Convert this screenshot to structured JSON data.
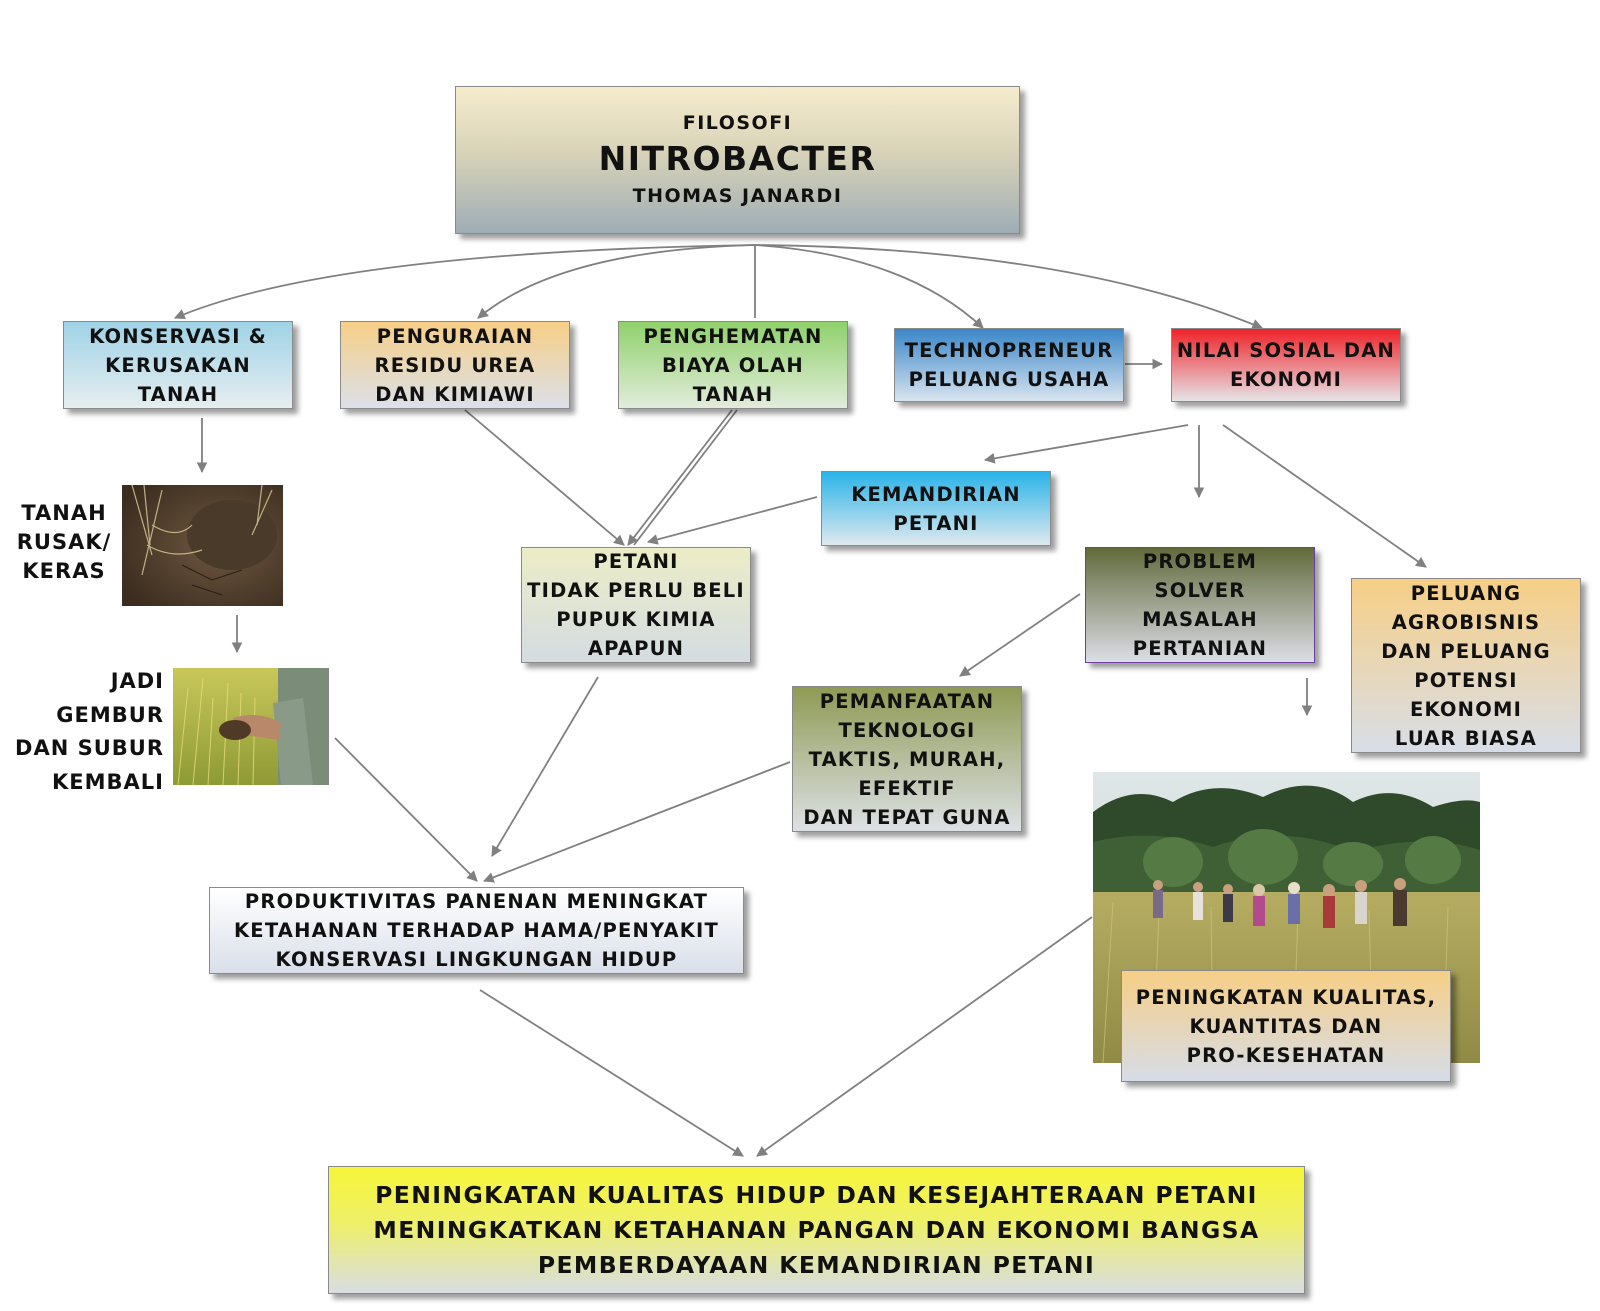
{
  "header": {
    "kicker": "FILOSOFI",
    "title": "NITROBACTER",
    "author": "THOMAS JANARDI"
  },
  "nodes": {
    "konservasi": [
      "KONSERVASI &",
      "KERUSAKAN",
      "TANAH"
    ],
    "penguraian": [
      "PENGURAIAN",
      "RESIDU UREA",
      "DAN KIMIAWI"
    ],
    "penghematan": [
      "PENGHEMATAN",
      "BIAYA OLAH",
      "TANAH"
    ],
    "technopreneur": [
      "TECHNOPRENEUR",
      "PELUANG USAHA"
    ],
    "nilai_sosial": [
      "NILAI SOSIAL DAN",
      "EKONOMI"
    ],
    "kemandirian": [
      "KEMANDIRIAN",
      "PETANI"
    ],
    "petani": [
      "PETANI",
      "TIDAK PERLU BELI",
      "PUPUK KIMIA",
      "APAPUN"
    ],
    "problem_solver": [
      "PROBLEM",
      "SOLVER",
      "MASALAH",
      "PERTANIAN"
    ],
    "peluang": [
      "PELUANG",
      "AGROBISNIS",
      "DAN PELUANG",
      "POTENSI",
      "EKONOMI",
      "LUAR BIASA"
    ],
    "pemanfaatan": [
      "PEMANFAATAN",
      "TEKNOLOGI",
      "TAKTIS, MURAH,",
      "EFEKTIF",
      "DAN TEPAT GUNA"
    ],
    "produktivitas": [
      "PRODUKTIVITAS PANENAN MENINGKAT",
      "KETAHANAN TERHADAP HAMA/PENYAKIT",
      "KONSERVASI LINGKUNGAN HIDUP"
    ],
    "peningkatan_kualitas": [
      "PENINGKATAN KUALITAS,",
      "KUANTITAS DAN",
      "PRO-KESEHATAN"
    ],
    "final": [
      "PENINGKATAN KUALITAS HIDUP DAN KESEJAHTERAAN PETANI",
      "MENINGKATKAN KETAHANAN PANGAN DAN EKONOMI BANGSA",
      "PEMBERDAYAAN KEMANDIRIAN PETANI"
    ]
  },
  "labels": {
    "tanah_rusak": [
      "TANAH",
      "RUSAK/",
      "KERAS"
    ],
    "jadi_gembur": [
      "JADI",
      "GEMBUR",
      "DAN SUBUR",
      "KEMBALI"
    ]
  },
  "images": {
    "damaged_soil": "damaged-soil-photo",
    "fertile_soil": "fertile-soil-in-hand-photo",
    "farmers_field": "farmers-harvest-field-photo"
  },
  "colors": {
    "konservasi": "#9fd2e6",
    "penguraian": "#f7cf86",
    "penghematan": "#8fd16a",
    "technopreneur": "#3a86c8",
    "nilai_sosial": "#ef2228",
    "kemandirian": "#2ab3e8",
    "problem_solver": "#626a3c",
    "peluang": "#f7cf86",
    "pemanfaatan": "#8f9a54",
    "final": "#f7f53a",
    "arrow": "#808080"
  }
}
